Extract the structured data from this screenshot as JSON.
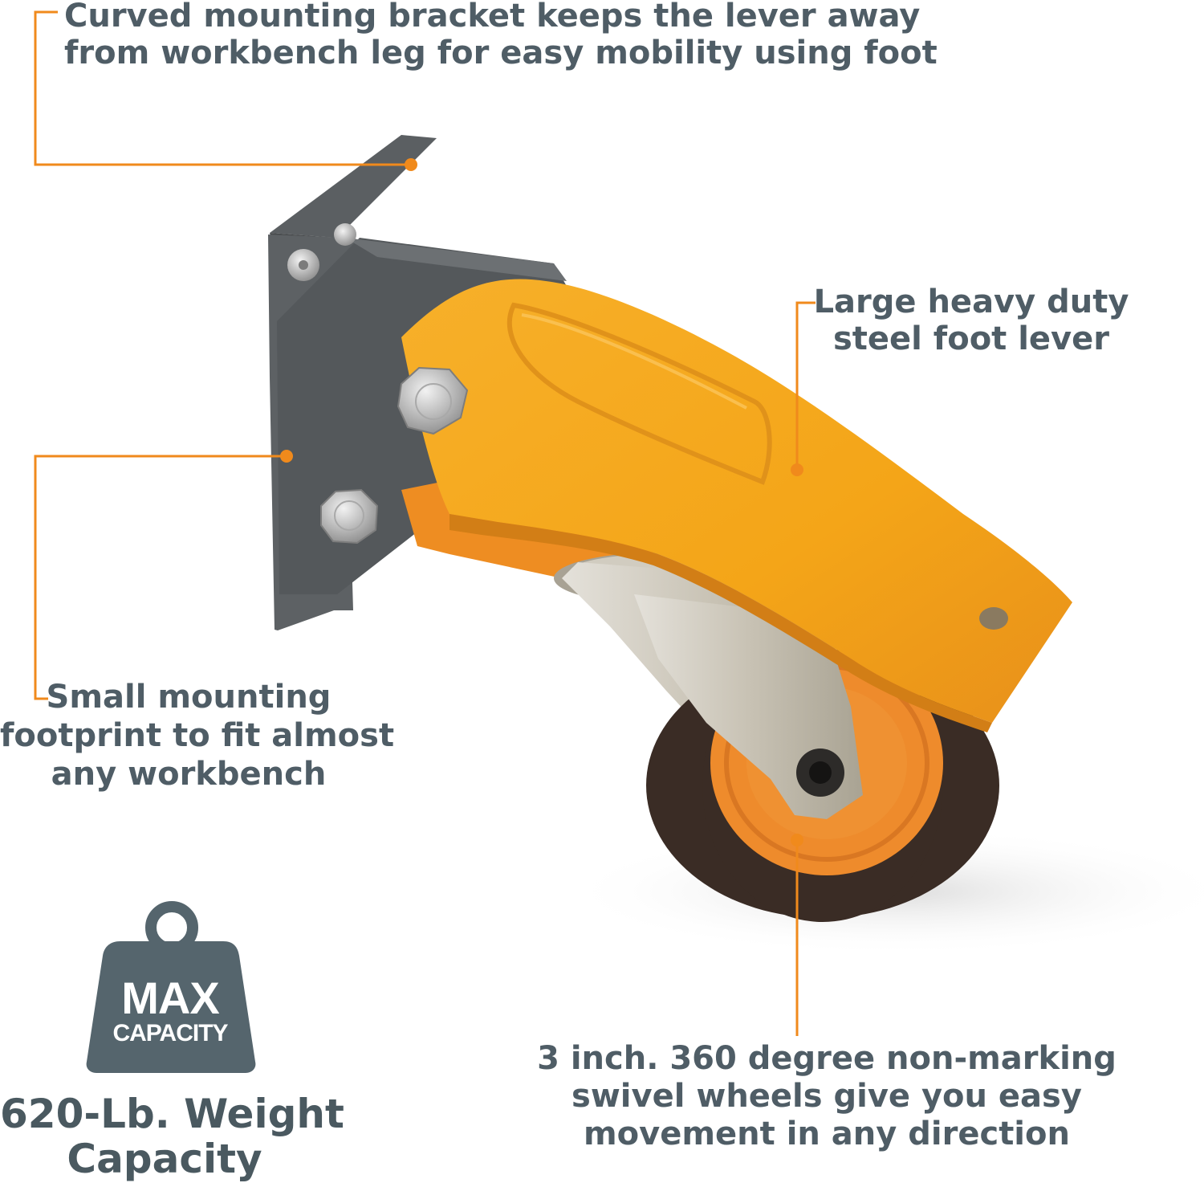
{
  "colors": {
    "accent": "#f08a1c",
    "text": "#4f5d66",
    "bracket": "#53575a",
    "lever": "#f4a81a",
    "wheel": "#ef8a2a",
    "tire": "#3b2e28",
    "fork": "#c9c4b8"
  },
  "callouts": {
    "bracket": {
      "lines": [
        "Curved mounting bracket keeps the lever away",
        "from workbench leg for easy mobility using foot"
      ]
    },
    "lever": {
      "lines": [
        "Large heavy duty",
        "steel foot lever"
      ]
    },
    "footprint": {
      "lines": [
        "Small mounting",
        "footprint to fit almost",
        "any workbench"
      ]
    },
    "wheel": {
      "lines": [
        "3 inch. 360 degree non-marking",
        "swivel wheels give you easy",
        "movement in any direction"
      ]
    }
  },
  "badge": {
    "icon": "weight-icon",
    "line1": "MAX",
    "line2": "CAPACITY"
  },
  "capacity": {
    "lines": [
      "620-Lb. Weight",
      "Capacity"
    ]
  }
}
